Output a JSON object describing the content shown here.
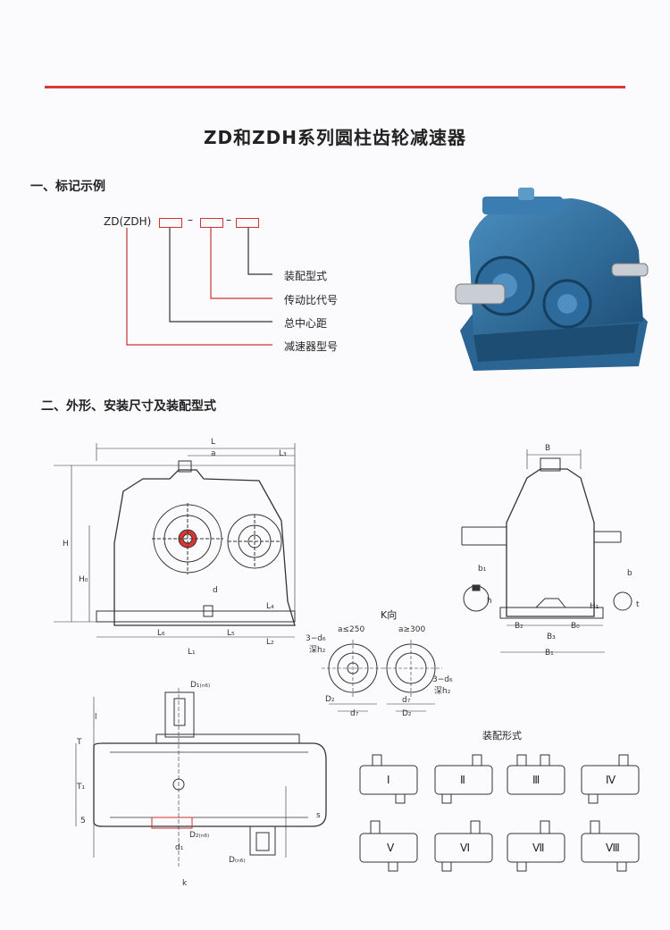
{
  "title": "ZD和ZDH系列圆柱齿轮减速器",
  "section1": "一、标记示例",
  "section2": "二、外形、安装尺寸及装配型式",
  "marking": {
    "code": "ZD(ZDH)",
    "labels": [
      "装配型式",
      "传动比代号",
      "总中心距",
      "减速器型号"
    ]
  },
  "dims": {
    "L": "L",
    "a": "a",
    "L3": "L₃",
    "H": "H",
    "H0": "H₀",
    "d": "d",
    "L4": "L₄",
    "L6": "L₆",
    "L5": "L₅",
    "L2": "L₂",
    "L1": "L₁",
    "B": "B",
    "b1": "b₁",
    "h": "h",
    "b": "b",
    "t": "t",
    "H1": "H₁",
    "B2": "B₂",
    "B3": "B₃",
    "B0": "B₀",
    "B1": "B₁",
    "K": "K向",
    "a_le": "a≤250",
    "a_ge": "a≥300",
    "hole": "3−d₆",
    "depth": "深h₂",
    "D2": "D₂",
    "d7": "d₇",
    "D1": "D₁₍ₙ₆₎",
    "l": "l",
    "T": "T",
    "T1": "T₁",
    "S": "s",
    "five": "5",
    "D2n": "D₂₍ₙ₆₎",
    "d1": "d₁",
    "Dn": "D₍ₙ₆₎",
    "k": "k"
  },
  "assembly": {
    "title": "装配形式",
    "forms": [
      "Ⅰ",
      "Ⅱ",
      "Ⅲ",
      "Ⅳ",
      "Ⅴ",
      "Ⅵ",
      "Ⅶ",
      "Ⅷ"
    ]
  }
}
